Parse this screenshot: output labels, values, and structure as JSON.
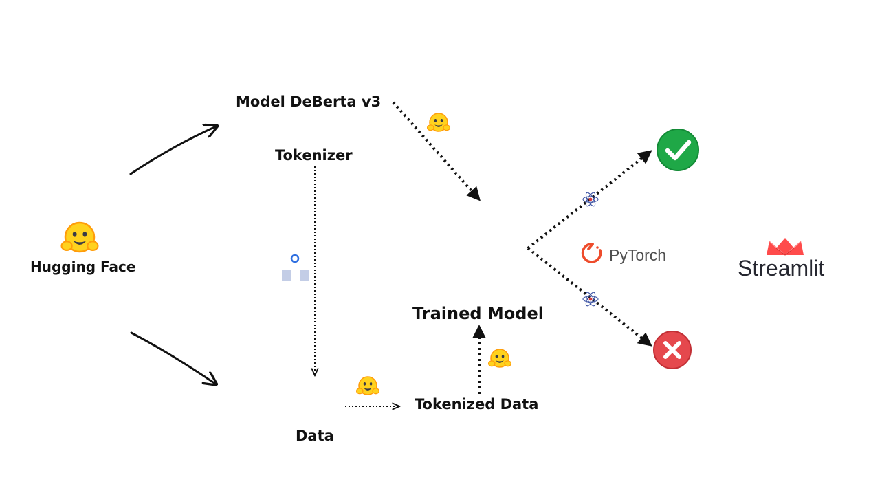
{
  "nodes": {
    "hugging_face": "Hugging Face",
    "model": "Model DeBerta v3",
    "tokenizer": "Tokenizer",
    "trained_model": "Trained Model",
    "tokenized_data": "Tokenized Data",
    "data": "Data"
  },
  "logos": {
    "pytorch": "PyTorch",
    "streamlit": "Streamlit"
  },
  "icons": {
    "hugging_face": "hugging-face-emoji",
    "small_hugging_face": "hugging-face-emoji",
    "tokenizer_link": "connection-node-icon",
    "react": "atom-icon",
    "success": "green-check-circle",
    "failure": "red-x-circle"
  },
  "colors": {
    "emoji_yellow": "#FFD21E",
    "emoji_orange": "#FF9D0B",
    "check_green": "#1fa847",
    "cross_red": "#e5484d",
    "pytorch_orange": "#EE4C2C",
    "streamlit_red": "#FF4B4B",
    "link_blue": "#2f6fe0",
    "atom_blue": "#3b52a3",
    "atom_red": "#d63a3a"
  }
}
